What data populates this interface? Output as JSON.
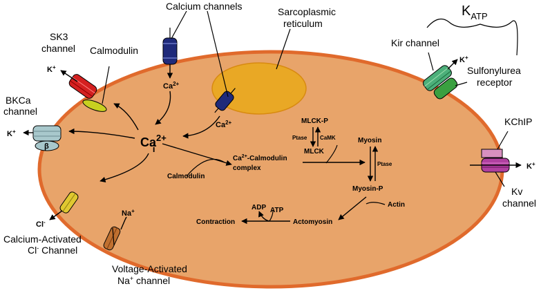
{
  "labels": {
    "calcium_channels": "Calcium channels",
    "sarcoplasmic_1": "Sarcoplasmic",
    "sarcoplasmic_2": "reticulum",
    "katp_k": "K",
    "katp_sub": "ATP",
    "sk3_1": "SK3",
    "sk3_2": "channel",
    "calmodulin_top": "Calmodulin",
    "kir": "Kir channel",
    "sulfo_1": "Sulfonylurea",
    "sulfo_2": "receptor",
    "bkca_1": "BKCa",
    "bkca_2": "channel",
    "kchip": "KChIP",
    "kv_1": "Kv",
    "kv_2": "channel",
    "ca_act_1": "Calcium-Activated",
    "ca_act_2a": "Cl",
    "ca_act_2b": " Channel",
    "volt_1": "Voltage-Activated",
    "volt_2a": "Na",
    "volt_2b": " channel",
    "calmodulin_mid": "Calmodulin",
    "complex_1": "-Calmodulin",
    "complex_2": "complex",
    "mlck_p": "MLCK-P",
    "ptase1": "Ptase",
    "camk": "CaMK",
    "mlck": "MLCK",
    "myosin": "Myosin",
    "ptase2": "Ptase",
    "myosin_p": "Myosin-P",
    "actin": "Actin",
    "adp": "ADP",
    "atp": "ATP",
    "contraction": "Contraction",
    "actomyosin": "Actomyosin",
    "beta": "β"
  },
  "ions": {
    "ca": "Ca",
    "ca_sup": "2+",
    "cai": "Ca",
    "cai_sub": "i",
    "cai_sup": "2+",
    "k": "K",
    "k_sup": "+",
    "cl": "Cl",
    "cl_sup": "-",
    "na": "Na",
    "na_sup": "+"
  },
  "colors": {
    "cell_fill": "#e8a46a",
    "membrane": "#e06a2c",
    "sr_fill": "#e9a825",
    "ca_channel": "#1f2a7a",
    "sk3": "#d42020",
    "calmodulin": "#c8d020",
    "bkca": "#a8c8cc",
    "kir": "#4caf7a",
    "sulfonylurea": "#3aa040",
    "kv": "#b040a0",
    "kchip": "#d890c0",
    "cl_channel": "#e0c830",
    "na_channel": "#c07030"
  }
}
